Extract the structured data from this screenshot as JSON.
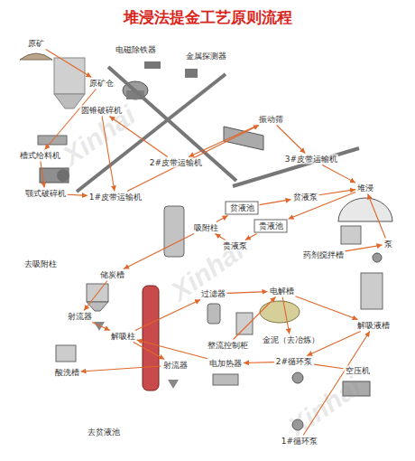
{
  "diagram": {
    "title": "堆浸法提金工艺原则流程",
    "nodes": [
      {
        "text": [
          "原矿"
        ]
      },
      {
        "text": [
          "原矿仓"
        ]
      },
      {
        "text": [
          "电磁除铁器"
        ]
      },
      {
        "text": [
          "金属探测器"
        ]
      },
      {
        "text": [
          "圆锥破碎机"
        ]
      },
      {
        "text": [
          "振动筛"
        ]
      },
      {
        "text": [
          "槽式给料机"
        ]
      },
      {
        "text": [
          "颚式破碎机"
        ]
      },
      {
        "text": [
          "2#皮带运输机"
        ]
      },
      {
        "text": [
          "3#皮带运输机"
        ]
      },
      {
        "text": [
          "1#皮带运输机"
        ]
      },
      {
        "text": [
          "贫液池"
        ]
      },
      {
        "text": [
          "贫液泵"
        ]
      },
      {
        "text": [
          "堆浸"
        ]
      },
      {
        "text": [
          "吸附柱"
        ]
      },
      {
        "text": [
          "贵液池"
        ]
      },
      {
        "text": [
          "贵液泵"
        ]
      },
      {
        "text": [
          "药剂搅拌槽"
        ]
      },
      {
        "text": [
          "泵"
        ]
      },
      {
        "text": [
          "储炭槽"
        ]
      },
      {
        "text": [
          "过滤器"
        ]
      },
      {
        "text": [
          "电解槽"
        ]
      },
      {
        "text": [
          "解吸液槽"
        ]
      },
      {
        "text": [
          "射流器"
        ]
      },
      {
        "text": [
          "解吸柱"
        ]
      },
      {
        "text": [
          "整流控制柜"
        ]
      },
      {
        "text": [
          "金泥（去冶炼）"
        ]
      },
      {
        "text": [
          "酸洗槽"
        ]
      },
      {
        "text": [
          "射流器"
        ]
      },
      {
        "text": [
          "电加热器"
        ]
      },
      {
        "text": [
          "2#循环泵"
        ]
      },
      {
        "text": [
          "空压机"
        ]
      },
      {
        "text": [
          "1#循环泵"
        ]
      }
    ],
    "edges": [
      {
        "from": 0,
        "to": 1,
        "arrow": "to"
      },
      {
        "from": 1,
        "to": 6,
        "arrow": "to"
      },
      {
        "from": 6,
        "to": 7,
        "arrow": "to"
      },
      {
        "from": 7,
        "to": 10,
        "arrow": "to"
      },
      {
        "from": 10,
        "to": 5,
        "arrow": "to"
      },
      {
        "from": 5,
        "to": 8,
        "arrow": "to"
      },
      {
        "from": 8,
        "to": 4,
        "arrow": "to"
      },
      {
        "from": 4,
        "to": 10,
        "arrow": "to"
      },
      {
        "from": 5,
        "to": 9,
        "arrow": "to"
      },
      {
        "from": 9,
        "to": 13,
        "arrow": "to"
      },
      {
        "from": 13,
        "to": 15,
        "arrow": "to"
      },
      {
        "from": 15,
        "to": 16,
        "arrow": "to"
      },
      {
        "from": 16,
        "to": 14,
        "arrow": "to"
      },
      {
        "from": 14,
        "to": 11,
        "arrow": "to"
      },
      {
        "from": 11,
        "to": 12,
        "arrow": "to"
      },
      {
        "from": 12,
        "to": 13,
        "arrow": "to"
      },
      {
        "from": 17,
        "to": 18,
        "arrow": "to"
      },
      {
        "from": 18,
        "to": 13,
        "arrow": "to"
      },
      {
        "from": 14,
        "to": 19,
        "arrow": "to"
      },
      {
        "from": 19,
        "to": 23,
        "arrow": "to"
      },
      {
        "from": 23,
        "to": 24,
        "arrow": "to"
      },
      {
        "from": 24,
        "to": 20,
        "arrow": "to"
      },
      {
        "from": 20,
        "to": 21,
        "arrow": "to"
      },
      {
        "from": 21,
        "to": 22,
        "arrow": "to"
      },
      {
        "from": 21,
        "to": 26,
        "arrow": "to"
      },
      {
        "from": 25,
        "to": 21,
        "arrow": "to"
      },
      {
        "from": 22,
        "to": 30,
        "arrow": "to"
      },
      {
        "from": 30,
        "to": 29,
        "arrow": "to"
      },
      {
        "from": 29,
        "to": 24,
        "arrow": "to"
      },
      {
        "from": 24,
        "to": 28,
        "arrow": "to"
      },
      {
        "from": 28,
        "to": 27,
        "arrow": "to"
      },
      {
        "from": 31,
        "to": 30,
        "arrow": "none"
      },
      {
        "from": 32,
        "to": 22,
        "arrow": "to"
      }
    ],
    "labels": [
      "去吸附柱",
      "去贫液池",
      "Xinhai",
      "Xinhai",
      "Xinhai"
    ]
  }
}
